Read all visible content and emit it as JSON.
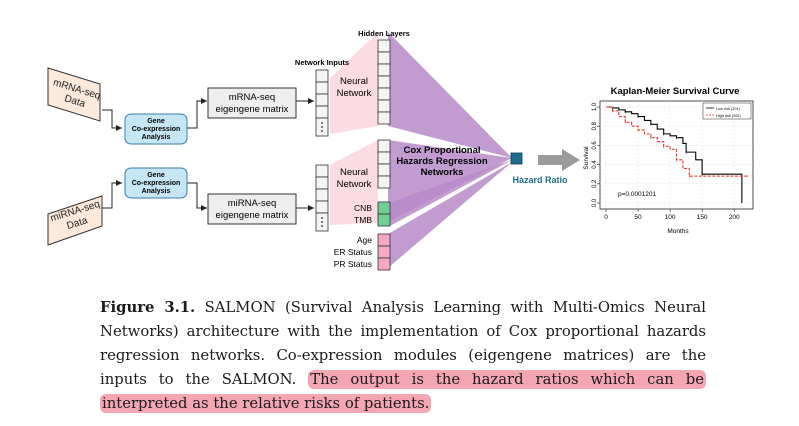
{
  "figure": {
    "inputs": [
      {
        "line1": "mRNA-seq",
        "line2": "Data"
      },
      {
        "line1": "miRNA-seq",
        "line2": "Data"
      }
    ],
    "coexpr_boxes": [
      {
        "line1": "Gene",
        "line2": "Co-expression",
        "line3": "Analysis"
      },
      {
        "line1": "Gene",
        "line2": "Co-expression",
        "line3": "Analysis"
      }
    ],
    "eigengene_boxes": [
      {
        "line1": "mRNA-seq",
        "line2": "eigengene matrix"
      },
      {
        "line1": "miRNA-seq",
        "line2": "eigengene matrix"
      }
    ],
    "network_inputs_label": "Network Inputs",
    "hidden_layers_label": "Hidden Layers",
    "neural_network_labels": [
      {
        "line1": "Neural",
        "line2": "Network"
      },
      {
        "line1": "Neural",
        "line2": "Network"
      }
    ],
    "clinical_labels": [
      "CNB",
      "TMB",
      "Age",
      "ER Status",
      "PR Status"
    ],
    "cox_label": {
      "line1": "Cox Proportional",
      "line2": "Hazards Regression",
      "line3": "Networks"
    },
    "hazard_ratio_label": "Hazard Ratio",
    "km": {
      "title": "Kaplan-Meier Survival Curve",
      "ylabel": "Survival",
      "xlabel": "Months",
      "xticks": [
        "0",
        "50",
        "100",
        "150",
        "200"
      ],
      "yticks": [
        "0.0",
        "0.2",
        "0.4",
        "0.6",
        "0.8",
        "1.0"
      ],
      "legend": [
        "Low risk (201)",
        "High risk (202)"
      ],
      "pvalue": "p=0.0001201"
    },
    "colors": {
      "input_fill": "#fbeadb",
      "coexpr_fill": "#c6e6f5",
      "coexpr_stroke": "#3a7ca5",
      "pink_fan": "#f8d0d8",
      "purple_fan": "#b78bc8",
      "hazard_node": "#1d6e8c",
      "hazard_text": "#1d6e8c",
      "clinical_green": "#6fcf97",
      "clinical_pink": "#f6a8c4",
      "highlight": "#f4a7b3",
      "low_risk": "#000000",
      "high_risk": "#e8312b"
    }
  },
  "chart_data": {
    "type": "line",
    "title": "Kaplan-Meier Survival Curve",
    "xlabel": "Months",
    "ylabel": "Survival",
    "xlim": [
      0,
      220
    ],
    "ylim": [
      0,
      1
    ],
    "series": [
      {
        "name": "Low risk (201)",
        "x": [
          0,
          10,
          20,
          30,
          40,
          50,
          60,
          70,
          80,
          90,
          100,
          110,
          120,
          125,
          140,
          150,
          212
        ],
        "y": [
          1.0,
          0.99,
          0.97,
          0.95,
          0.93,
          0.9,
          0.86,
          0.82,
          0.77,
          0.72,
          0.7,
          0.68,
          0.62,
          0.53,
          0.45,
          0.3,
          0.0
        ]
      },
      {
        "name": "High risk (202)",
        "x": [
          0,
          10,
          20,
          30,
          40,
          50,
          60,
          70,
          80,
          90,
          100,
          110,
          120,
          130,
          210,
          220
        ],
        "y": [
          1.0,
          0.96,
          0.9,
          0.84,
          0.8,
          0.76,
          0.72,
          0.68,
          0.64,
          0.59,
          0.56,
          0.45,
          0.36,
          0.28,
          0.28,
          0.28
        ]
      }
    ],
    "annotations": [
      "p=0.0001201"
    ]
  },
  "caption": {
    "label": "Figure 3.1.",
    "text": " SALMON (Survival Analysis Learning with Multi-Omics Neural Networks) architecture with the implementation of Cox proportional hazards regression networks. Co-expression modules (eigengene matrices) are the inputs to the SALMON. ",
    "highlight": "The output is the hazard ratios which can be interpreted as the relative risks of patients."
  }
}
